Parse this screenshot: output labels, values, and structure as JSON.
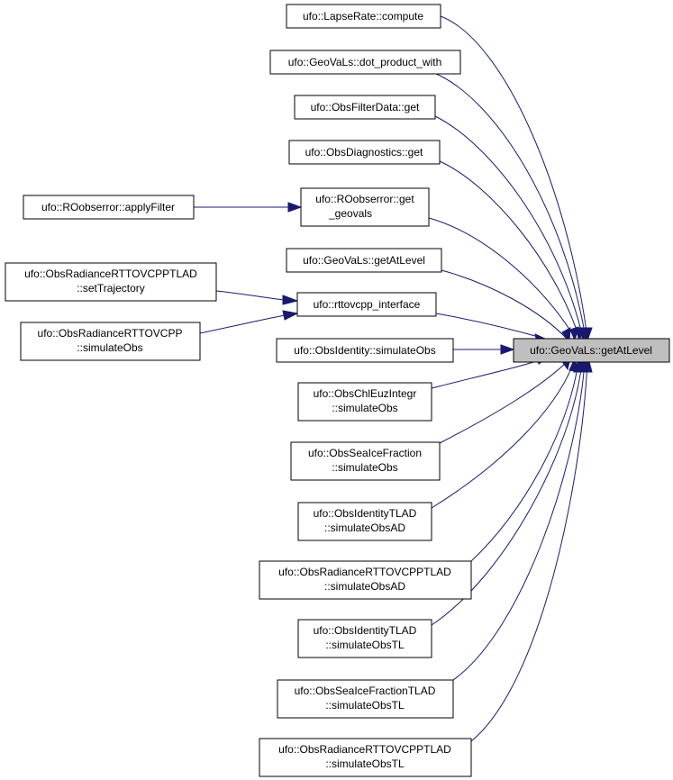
{
  "graph": {
    "edge_color": "#191970",
    "target_fill": "#bfbfbf",
    "nodes": {
      "target": [
        "ufo::GeoVaLs::getAtLevel"
      ],
      "lapse": [
        "ufo::LapseRate::compute"
      ],
      "dot": [
        "ufo::GeoVaLs::dot_product_with"
      ],
      "filterdata": [
        "ufo::ObsFilterData::get"
      ],
      "diagnostics": [
        "ufo::ObsDiagnostics::get"
      ],
      "roget": [
        "ufo::ROobserror::get",
        "_geovals"
      ],
      "applyfilter": [
        "ufo::ROobserror::applyFilter"
      ],
      "getatlevel2": [
        "ufo::GeoVaLs::getAtLevel"
      ],
      "rttovif": [
        "ufo::rttovcpp_interface"
      ],
      "settraj": [
        "ufo::ObsRadianceRTTOVCPPTLAD",
        "::setTrajectory"
      ],
      "rttovsim": [
        "ufo::ObsRadianceRTTOVCPP",
        "::simulateObs"
      ],
      "identity": [
        "ufo::ObsIdentity::simulateObs"
      ],
      "chleuz": [
        "ufo::ObsChlEuzIntegr",
        "::simulateObs"
      ],
      "seaice": [
        "ufo::ObsSeaIceFraction",
        "::simulateObs"
      ],
      "idtladad": [
        "ufo::ObsIdentityTLAD",
        "::simulateObsAD"
      ],
      "rttovtladad": [
        "ufo::ObsRadianceRTTOVCPPTLAD",
        "::simulateObsAD"
      ],
      "idtladtl": [
        "ufo::ObsIdentityTLAD",
        "::simulateObsTL"
      ],
      "seaicetl": [
        "ufo::ObsSeaIceFractionTLAD",
        "::simulateObsTL"
      ],
      "rttovtladtl": [
        "ufo::ObsRadianceRTTOVCPPTLAD",
        "::simulateObsTL"
      ]
    }
  }
}
